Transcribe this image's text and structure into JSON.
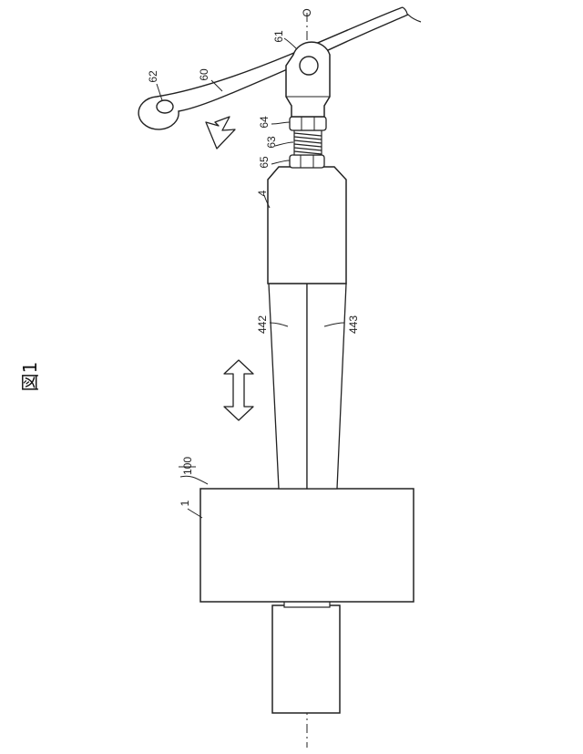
{
  "figure": {
    "title": "図1"
  },
  "labels": {
    "l100": "100",
    "l1": "1",
    "l4": "4",
    "l442": "442",
    "l443": "443",
    "l60": "60",
    "l61": "61",
    "l62": "62",
    "l63": "63",
    "l64": "64",
    "l65": "65",
    "axis_mark": "O"
  },
  "colors": {
    "line": "#222222",
    "hatch": "#bfbfbf",
    "background": "#ffffff"
  },
  "arrows": {
    "push_arrow": "down-left diagonal",
    "stroke_arrow": "double-headed vertical"
  }
}
